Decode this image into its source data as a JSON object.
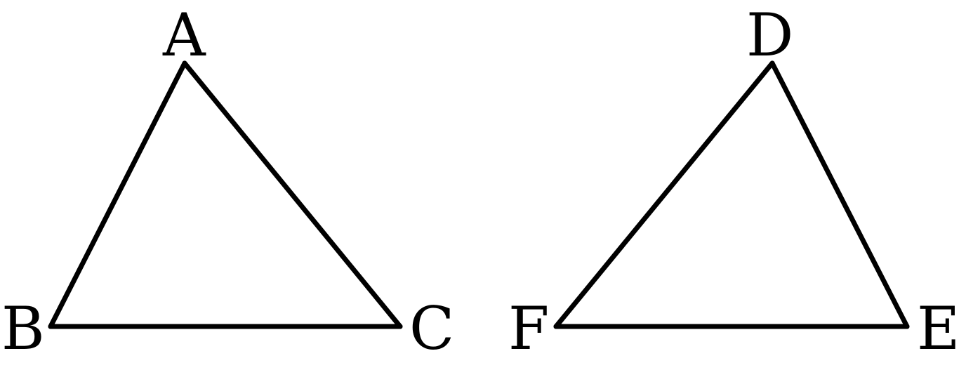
{
  "diagram": {
    "triangle_abc": {
      "vertices": {
        "A": "A",
        "B": "B",
        "C": "C"
      }
    },
    "triangle_dfe": {
      "vertices": {
        "D": "D",
        "E": "E",
        "F": "F"
      }
    },
    "stroke_color": "#000000",
    "background_color": "#ffffff"
  }
}
